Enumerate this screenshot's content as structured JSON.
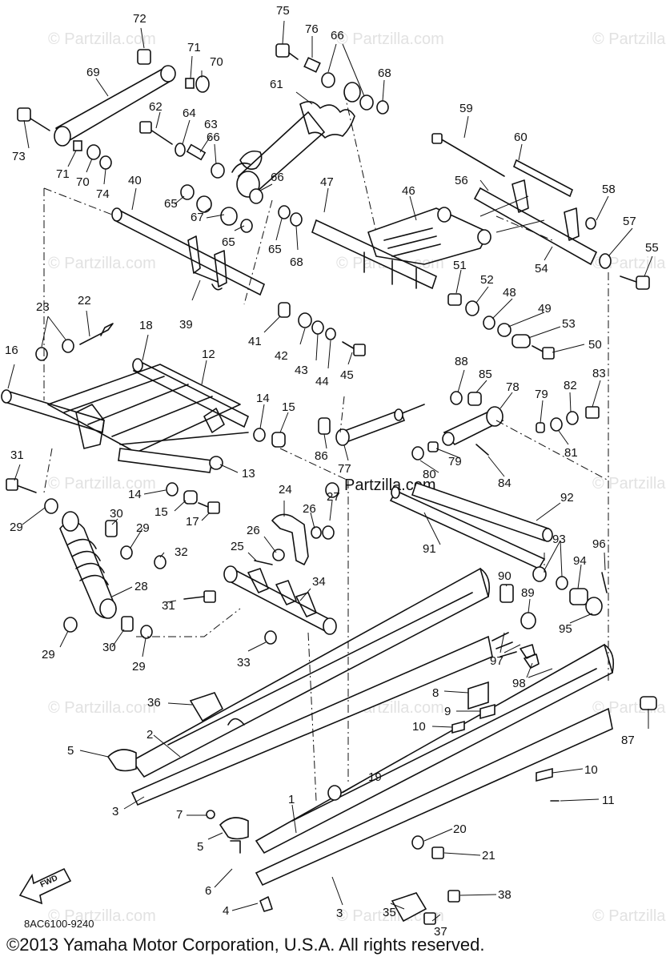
{
  "watermark": "© Partzilla.com",
  "watermark_center": "Partzilla.com",
  "diagram_code": "8AC6100-9240",
  "copyright": "©2013  Yamaha Motor Corporation, U.S.A. All rights reserved.",
  "fwd_label": "FWD",
  "callouts": [
    "1",
    "2",
    "3",
    "3",
    "4",
    "5",
    "5",
    "6",
    "7",
    "8",
    "9",
    "10",
    "10",
    "11",
    "12",
    "13",
    "14",
    "14",
    "15",
    "15",
    "16",
    "17",
    "18",
    "19",
    "20",
    "21",
    "22",
    "23",
    "24",
    "25",
    "26",
    "26",
    "27",
    "28",
    "29",
    "29",
    "29",
    "29",
    "30",
    "30",
    "31",
    "31",
    "32",
    "33",
    "34",
    "35",
    "36",
    "37",
    "38",
    "39",
    "40",
    "41",
    "42",
    "43",
    "44",
    "45",
    "46",
    "47",
    "48",
    "49",
    "50",
    "51",
    "52",
    "53",
    "54",
    "55",
    "56",
    "57",
    "58",
    "59",
    "60",
    "61",
    "62",
    "63",
    "64",
    "65",
    "65",
    "65",
    "66",
    "66",
    "66",
    "66",
    "67",
    "68",
    "68",
    "69",
    "70",
    "70",
    "71",
    "71",
    "72",
    "73",
    "74",
    "75",
    "76",
    "77",
    "78",
    "79",
    "79",
    "80",
    "81",
    "82",
    "83",
    "84",
    "85",
    "86",
    "87",
    "88",
    "89",
    "90",
    "91",
    "92",
    "93",
    "94",
    "95",
    "96",
    "97",
    "98"
  ]
}
